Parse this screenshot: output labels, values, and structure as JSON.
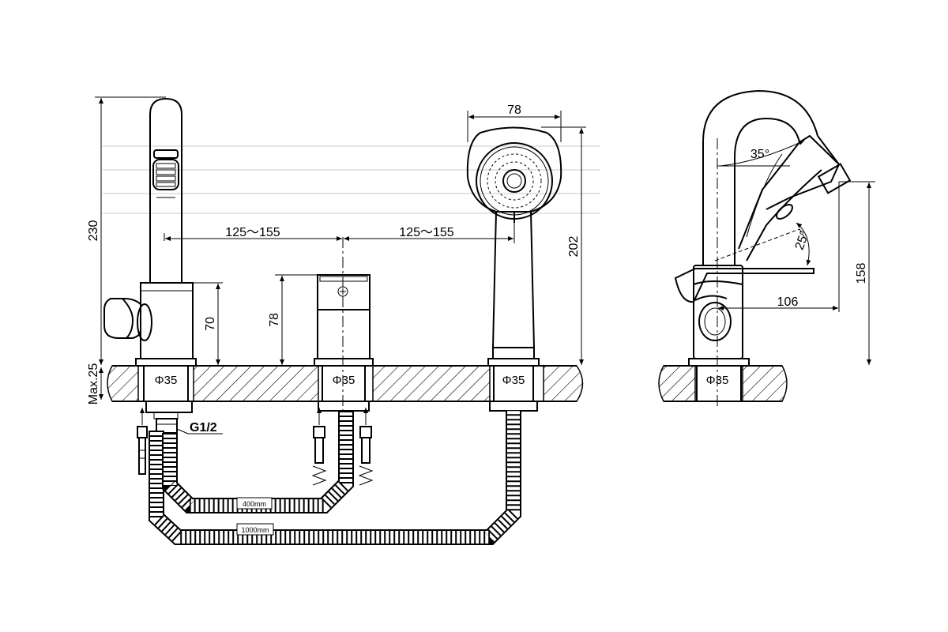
{
  "dimensions": {
    "total_height": "230",
    "spacing_left": "125～155",
    "spacing_right": "125～155",
    "mixer_height": "78",
    "spout_body_height": "70",
    "max_deck": "Max.25",
    "hole_diameter": "Φ35",
    "shower_head_width": "78",
    "shower_height": "202",
    "thread": "G1/2",
    "hose_short": "400mm",
    "hose_long": "1000mm",
    "spout_angle": "35°",
    "lever_angle": "25°",
    "reach": "106",
    "spout_height": "158"
  }
}
